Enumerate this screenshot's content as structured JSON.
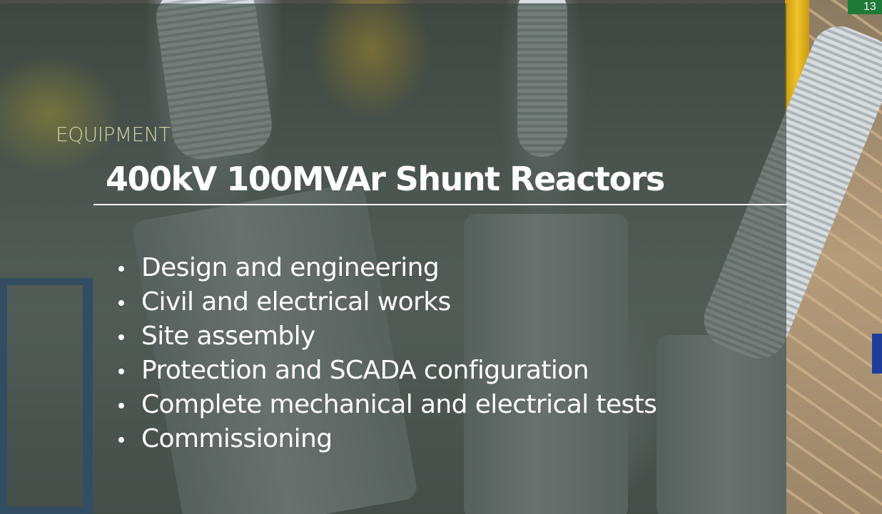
{
  "slide": {
    "eyebrow": "EQUIPMENT",
    "title": "400kV 100MVAr Shunt Reactors",
    "bullets": [
      "Design and engineering",
      "Civil and electrical works",
      "Site assembly",
      "Protection and SCADA configuration",
      "Complete mechanical and electrical tests",
      "Commissioning"
    ],
    "background": {
      "sign_text": "13"
    }
  },
  "colors": {
    "overlay": "#36423c",
    "eyebrow": "#cfd3a4",
    "title": "#ffffff",
    "text": "#ffffff"
  }
}
